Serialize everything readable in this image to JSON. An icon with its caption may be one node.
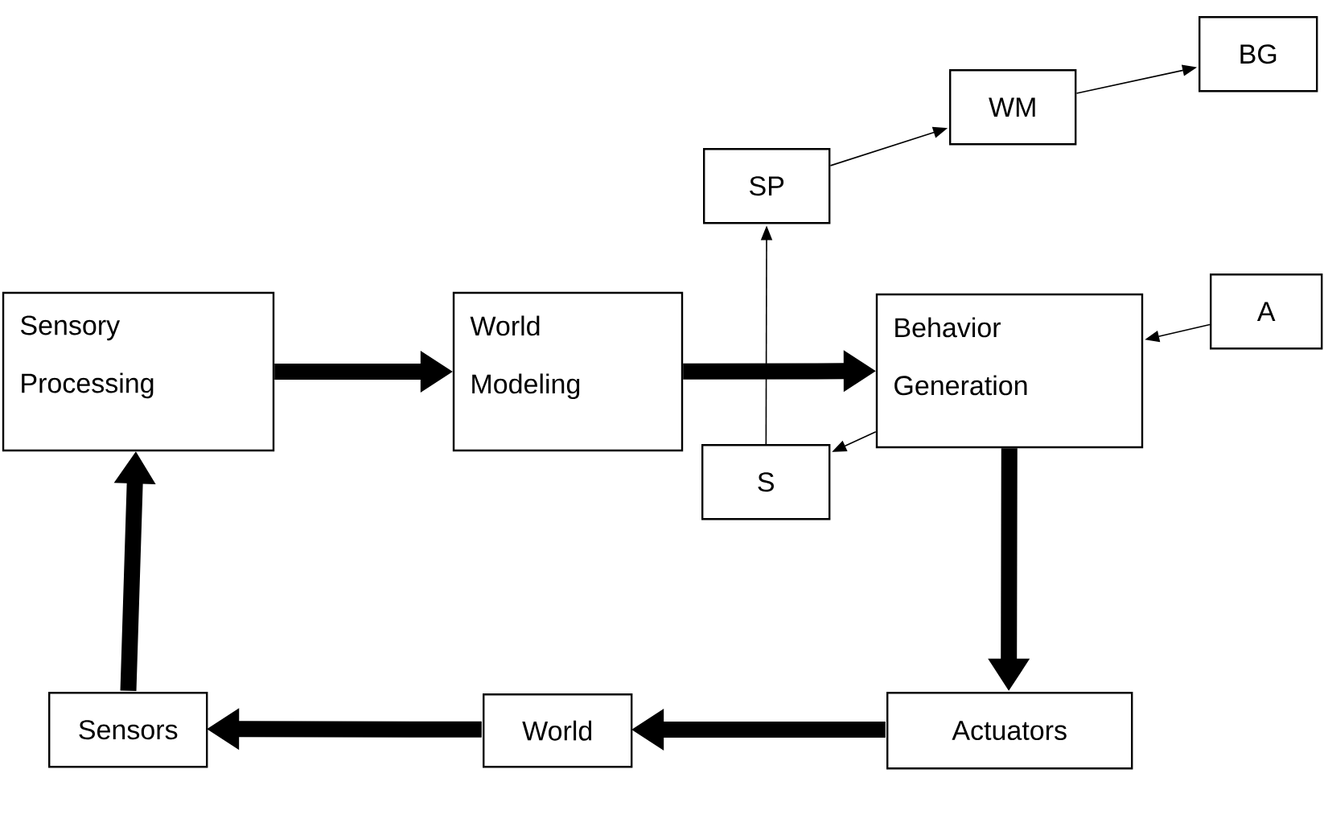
{
  "diagram": {
    "nodes": [
      {
        "text": [
          "Sensory Processing"
        ]
      },
      {
        "text": [
          "World Modeling"
        ]
      },
      {
        "text": [
          "Behavior Generation"
        ]
      },
      {
        "text": [
          "SP"
        ]
      },
      {
        "text": [
          "WM"
        ]
      },
      {
        "text": [
          "BG"
        ]
      },
      {
        "text": [
          "A"
        ]
      },
      {
        "text": [
          "S"
        ]
      },
      {
        "text": [
          "Actuators"
        ]
      },
      {
        "text": [
          "World"
        ]
      },
      {
        "text": [
          "Sensors"
        ]
      }
    ],
    "edges": [
      {
        "from": 0,
        "to": 1,
        "arrow": "to",
        "style": "thick"
      },
      {
        "from": 1,
        "to": 2,
        "arrow": "to",
        "style": "thick"
      },
      {
        "from": 7,
        "to": 3,
        "arrow": "to"
      },
      {
        "from": 3,
        "to": 4,
        "arrow": "to"
      },
      {
        "from": 4,
        "to": 5,
        "arrow": "to"
      },
      {
        "from": 6,
        "to": 2,
        "arrow": "to"
      },
      {
        "from": 2,
        "to": 7,
        "arrow": "to"
      },
      {
        "from": 2,
        "to": 8,
        "arrow": "to",
        "style": "thick"
      },
      {
        "from": 8,
        "to": 9,
        "arrow": "to",
        "style": "thick"
      },
      {
        "from": 9,
        "to": 10,
        "arrow": "to",
        "style": "thick"
      },
      {
        "from": 10,
        "to": 0,
        "arrow": "to",
        "style": "thick"
      }
    ]
  }
}
